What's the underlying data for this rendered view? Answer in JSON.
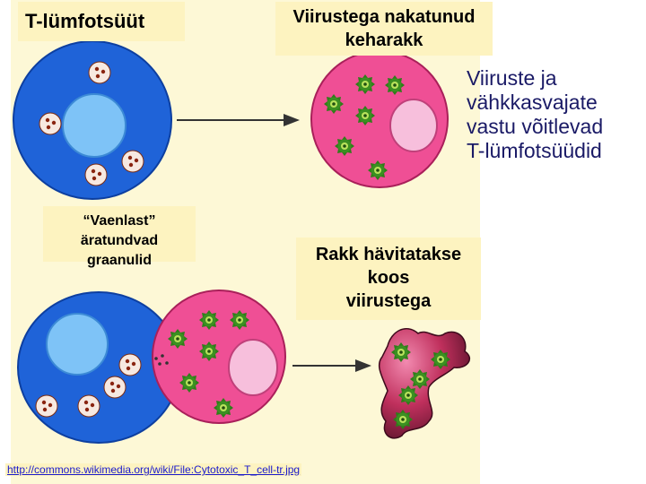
{
  "labels": {
    "t_cell": "T-lümfotsüüt",
    "infected_cell_line1": "Viirustega nakatunud",
    "infected_cell_line2": "keharakk",
    "granules_line1": "“Vaenlast” äratundvad",
    "granules_line2": "graanulid",
    "destroyed_line1": "Rakk hävitatakse",
    "destroyed_line2": "koos",
    "destroyed_line3": "viirustega"
  },
  "side_caption": {
    "line1": "Viiruste ja",
    "line2": "vähkkasvajate",
    "line3": "vastu võitlevad",
    "line4": "T-lümfotsüüdid"
  },
  "source_link": "http://commons.wikimedia.org/wiki/File:Cytotoxic_T_cell-tr.jpg",
  "colors": {
    "t_cell_blue": "#1f63d8",
    "t_cell_nucleus": "#7ec3f7",
    "infected_cell_pink": "#ef4f95",
    "infected_nucleus": "#f7bfdc",
    "virus_green": "#3c8f22",
    "destroyed_cell_dark": "#6e1430"
  }
}
